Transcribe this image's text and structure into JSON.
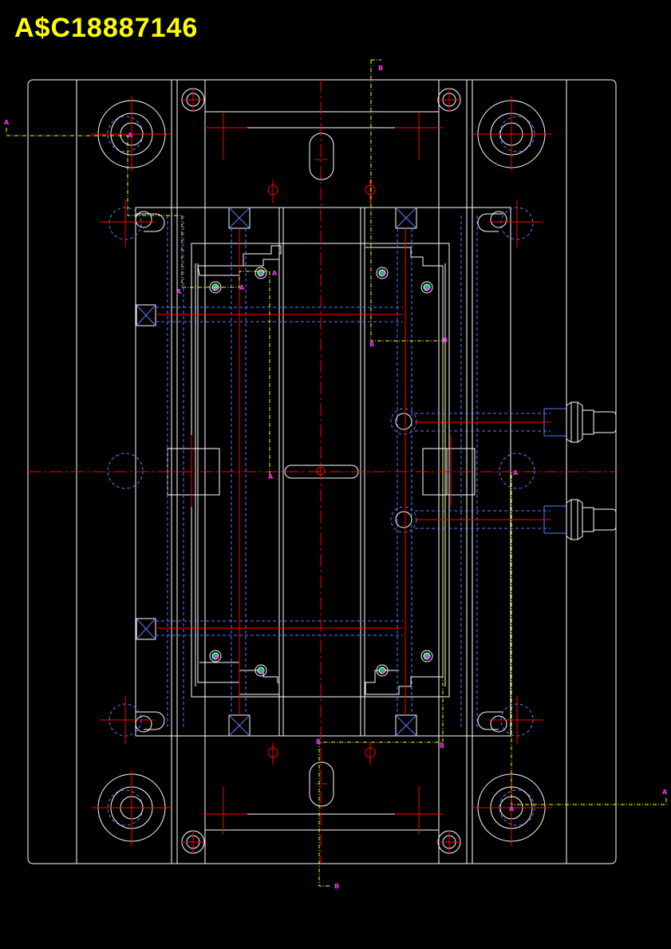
{
  "drawing": {
    "title": "A$C18887146",
    "section_markers": [
      "A",
      "B"
    ]
  },
  "colors": {
    "background": "#000000",
    "title": "#ffff00",
    "outline": "#ffffff",
    "centerline": "#ff0000",
    "hidden": "#5a7dff",
    "section": "#ffff00",
    "marker": "#ff33ff",
    "ejector_fill": "#00cc66"
  }
}
